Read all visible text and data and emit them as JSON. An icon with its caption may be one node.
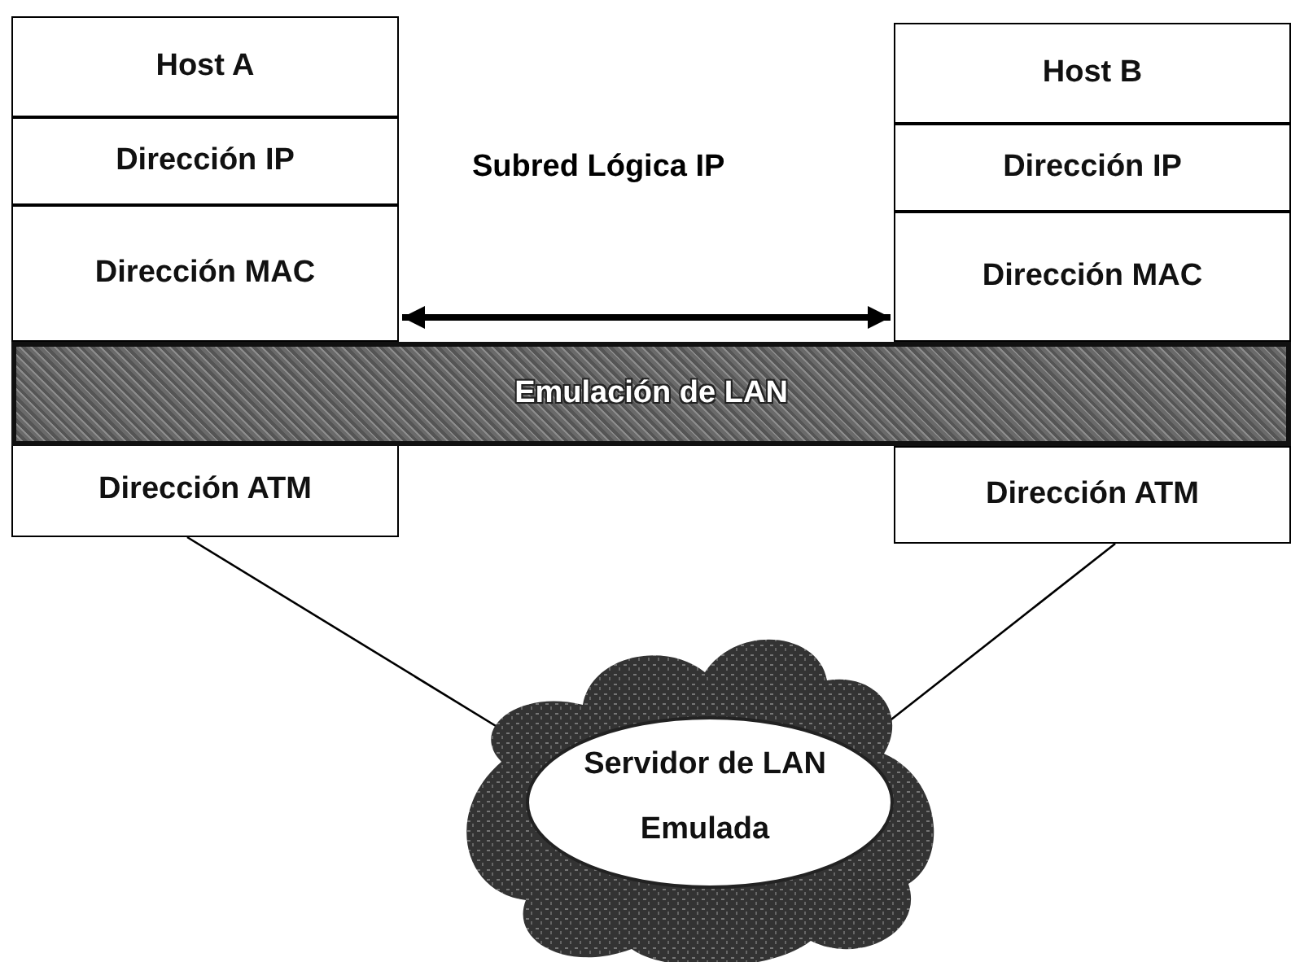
{
  "diagram": {
    "nodes": [
      {
        "text": [
          "Host A"
        ]
      },
      {
        "text": [
          "Dirección IP"
        ]
      },
      {
        "text": [
          "Dirección MAC"
        ]
      },
      {
        "text": [
          "Host B"
        ]
      },
      {
        "text": [
          "Dirección IP"
        ]
      },
      {
        "text": [
          "Dirección MAC"
        ]
      },
      {
        "text": [
          "Emulación de LAN"
        ]
      },
      {
        "text": [
          "Dirección ATM"
        ]
      },
      {
        "text": [
          "Dirección ATM"
        ]
      },
      {
        "text": [
          "Servidor de LAN Emulada"
        ]
      }
    ],
    "edges": [
      {
        "from": 2,
        "to": 5,
        "arrow": "both",
        "style": "thick"
      },
      {
        "from": 7,
        "to": 9,
        "arrow": "none"
      },
      {
        "from": 8,
        "to": 9,
        "arrow": "none"
      }
    ],
    "labels": [
      "Subred Lógica IP"
    ]
  }
}
